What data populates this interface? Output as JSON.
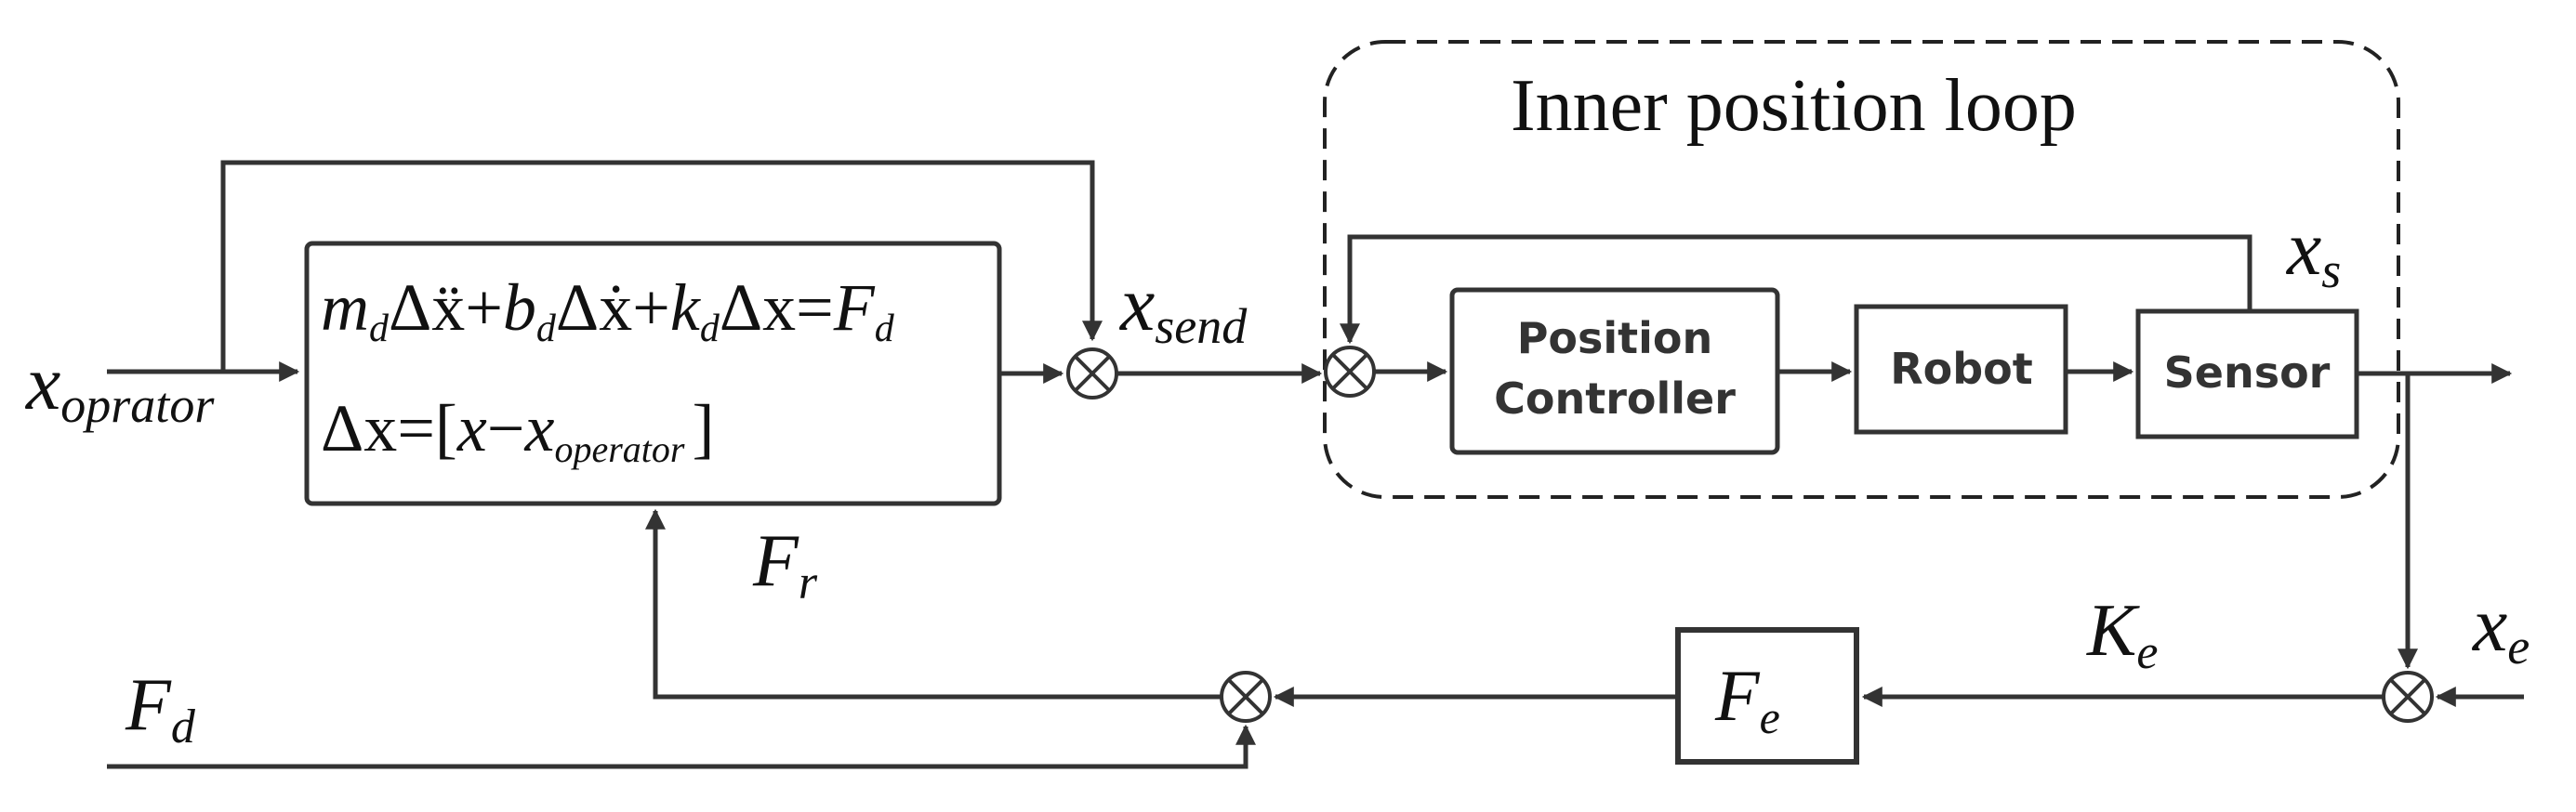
{
  "title": "Inner position loop",
  "blocks": {
    "admittance": {
      "line1": {
        "m": "m",
        "m_sub": "d",
        "dx1": "Δẍ",
        "plus1": "+",
        "b": "b",
        "b_sub": "d",
        "dx2": "Δẋ",
        "plus2": "+",
        "k": "k",
        "k_sub": "d",
        "dx3": "Δx",
        "eq": "=",
        "F": "F",
        "F_sub": "d"
      },
      "line2": {
        "lhs": "Δx",
        "eq": "=",
        "open": "[",
        "x": "x",
        "minus": "−",
        "x2": "x",
        "x2_sub": "operator",
        "close": "]"
      }
    },
    "position_controller": {
      "line1": "Position",
      "line2": "Controller"
    },
    "robot": "Robot",
    "sensor": "Sensor",
    "fe": {
      "main": "F",
      "sub": "e"
    }
  },
  "signals": {
    "x_operator": {
      "main": "x",
      "sub": "oprator"
    },
    "x_send": {
      "main": "x",
      "sub": "send"
    },
    "x_s": {
      "main": "x",
      "sub": "s"
    },
    "x_e": {
      "main": "x",
      "sub": "e"
    },
    "k_e": {
      "main": "K",
      "sub": "e"
    },
    "f_r": {
      "main": "F",
      "sub": "r"
    },
    "f_d": {
      "main": "F",
      "sub": "d"
    }
  },
  "summing_symbol": "⊗"
}
